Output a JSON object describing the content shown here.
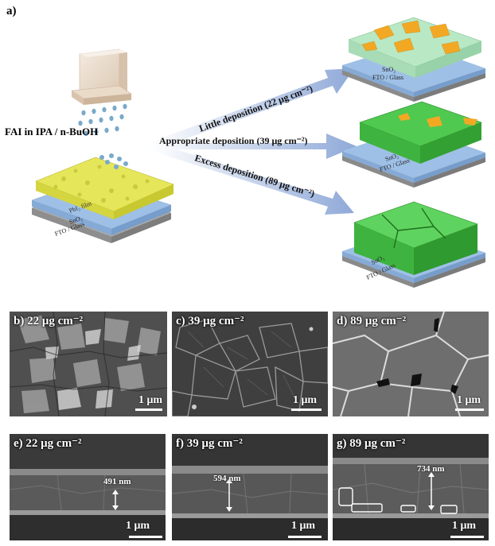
{
  "panel_a": {
    "label": "a)",
    "precursor": "FAI in IPA / n-BuOH",
    "layers": {
      "pbi2": "PbI₂ film",
      "sno2": "SnO₂",
      "fto": "FTO / Glass"
    },
    "arrows": [
      {
        "text": "Little deposition (22 μg cm⁻²)"
      },
      {
        "text": "Appropriate deposition (39 μg cm⁻²)"
      },
      {
        "text": "Excess deposition (89 μg cm⁻²)"
      }
    ]
  },
  "sem_top": [
    {
      "label": "b) 22 μg cm⁻²",
      "scale": "1 μm"
    },
    {
      "label": "c) 39 μg cm⁻²",
      "scale": "1 μm"
    },
    {
      "label": "d) 89 μg cm⁻²",
      "scale": "1 μm"
    }
  ],
  "sem_cross": [
    {
      "label": "e) 22 μg cm⁻²",
      "scale": "1 μm",
      "thickness": "491 nm"
    },
    {
      "label": "f) 39 μg cm⁻²",
      "scale": "1 μm",
      "thickness": "594 nm"
    },
    {
      "label": "g) 89 μg cm⁻²",
      "scale": "1 μm",
      "thickness": "734 nm"
    }
  ],
  "colors": {
    "arrow": "#9db5dd",
    "pbi2": "#e6e65a",
    "sno2": "#9ec0e6",
    "fto": "#a8a8a8",
    "perovskite_light": "#b9e8c4",
    "perovskite": "#3fbf3f",
    "pbi2_residual": "#f3a824"
  }
}
